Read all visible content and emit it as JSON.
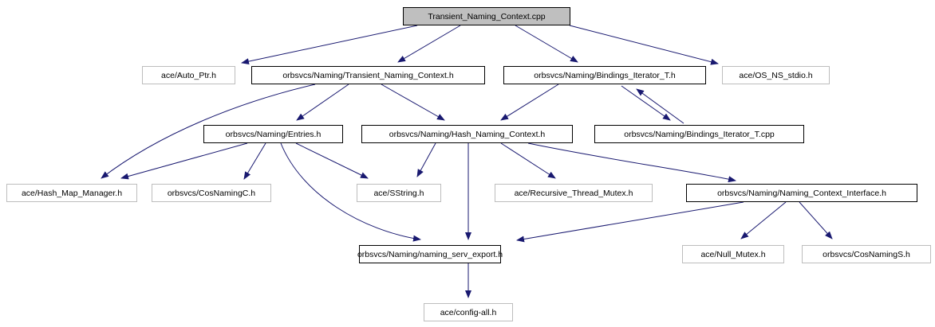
{
  "diagram": {
    "type": "include-dependency-graph",
    "root": "Transient_Naming_Context.cpp"
  },
  "colors": {
    "edge": "#191970",
    "root_fill": "#bfbfbf",
    "leaf_border": "#bdbdbd",
    "internal_border": "#000000",
    "background": "#ffffff"
  },
  "nodes": [
    {
      "id": "root",
      "label": "Transient_Naming_Context.cpp",
      "kind": "root"
    },
    {
      "id": "auto-ptr",
      "label": "ace/Auto_Ptr.h",
      "kind": "leaf"
    },
    {
      "id": "tnc-h",
      "label": "orbsvcs/Naming/Transient_Naming_Context.h",
      "kind": "internal"
    },
    {
      "id": "bit-h",
      "label": "orbsvcs/Naming/Bindings_Iterator_T.h",
      "kind": "internal"
    },
    {
      "id": "os-ns-stdio",
      "label": "ace/OS_NS_stdio.h",
      "kind": "leaf"
    },
    {
      "id": "entries",
      "label": "orbsvcs/Naming/Entries.h",
      "kind": "internal"
    },
    {
      "id": "hnc",
      "label": "orbsvcs/Naming/Hash_Naming_Context.h",
      "kind": "internal"
    },
    {
      "id": "bit-cpp",
      "label": "orbsvcs/Naming/Bindings_Iterator_T.cpp",
      "kind": "internal"
    },
    {
      "id": "hash-map",
      "label": "ace/Hash_Map_Manager.h",
      "kind": "leaf"
    },
    {
      "id": "cosnamingc",
      "label": "orbsvcs/CosNamingC.h",
      "kind": "leaf"
    },
    {
      "id": "sstring",
      "label": "ace/SString.h",
      "kind": "leaf"
    },
    {
      "id": "rtm",
      "label": "ace/Recursive_Thread_Mutex.h",
      "kind": "leaf"
    },
    {
      "id": "nci",
      "label": "orbsvcs/Naming/Naming_Context_Interface.h",
      "kind": "internal"
    },
    {
      "id": "nse",
      "label": "orbsvcs/Naming/naming_serv_export.h",
      "kind": "internal"
    },
    {
      "id": "null-mutex",
      "label": "ace/Null_Mutex.h",
      "kind": "leaf"
    },
    {
      "id": "cosnamings",
      "label": "orbsvcs/CosNamingS.h",
      "kind": "leaf"
    },
    {
      "id": "config-all",
      "label": "ace/config-all.h",
      "kind": "leaf"
    }
  ],
  "edges": [
    {
      "from": "Transient_Naming_Context.cpp",
      "to": "ace/Auto_Ptr.h"
    },
    {
      "from": "Transient_Naming_Context.cpp",
      "to": "orbsvcs/Naming/Transient_Naming_Context.h"
    },
    {
      "from": "Transient_Naming_Context.cpp",
      "to": "orbsvcs/Naming/Bindings_Iterator_T.h"
    },
    {
      "from": "Transient_Naming_Context.cpp",
      "to": "ace/OS_NS_stdio.h"
    },
    {
      "from": "orbsvcs/Naming/Transient_Naming_Context.h",
      "to": "ace/Hash_Map_Manager.h"
    },
    {
      "from": "orbsvcs/Naming/Transient_Naming_Context.h",
      "to": "orbsvcs/Naming/Entries.h"
    },
    {
      "from": "orbsvcs/Naming/Transient_Naming_Context.h",
      "to": "orbsvcs/Naming/Hash_Naming_Context.h"
    },
    {
      "from": "orbsvcs/Naming/Bindings_Iterator_T.h",
      "to": "orbsvcs/Naming/Hash_Naming_Context.h"
    },
    {
      "from": "orbsvcs/Naming/Bindings_Iterator_T.h",
      "to": "orbsvcs/Naming/Bindings_Iterator_T.cpp"
    },
    {
      "from": "orbsvcs/Naming/Bindings_Iterator_T.cpp",
      "to": "orbsvcs/Naming/Bindings_Iterator_T.h"
    },
    {
      "from": "orbsvcs/Naming/Entries.h",
      "to": "ace/Hash_Map_Manager.h"
    },
    {
      "from": "orbsvcs/Naming/Entries.h",
      "to": "orbsvcs/CosNamingC.h"
    },
    {
      "from": "orbsvcs/Naming/Entries.h",
      "to": "ace/SString.h"
    },
    {
      "from": "orbsvcs/Naming/Entries.h",
      "to": "orbsvcs/Naming/naming_serv_export.h"
    },
    {
      "from": "orbsvcs/Naming/Hash_Naming_Context.h",
      "to": "ace/SString.h"
    },
    {
      "from": "orbsvcs/Naming/Hash_Naming_Context.h",
      "to": "orbsvcs/Naming/naming_serv_export.h"
    },
    {
      "from": "orbsvcs/Naming/Hash_Naming_Context.h",
      "to": "ace/Recursive_Thread_Mutex.h"
    },
    {
      "from": "orbsvcs/Naming/Hash_Naming_Context.h",
      "to": "orbsvcs/Naming/Naming_Context_Interface.h"
    },
    {
      "from": "orbsvcs/Naming/Naming_Context_Interface.h",
      "to": "orbsvcs/Naming/naming_serv_export.h"
    },
    {
      "from": "orbsvcs/Naming/Naming_Context_Interface.h",
      "to": "ace/Null_Mutex.h"
    },
    {
      "from": "orbsvcs/Naming/Naming_Context_Interface.h",
      "to": "orbsvcs/CosNamingS.h"
    },
    {
      "from": "orbsvcs/Naming/naming_serv_export.h",
      "to": "ace/config-all.h"
    }
  ]
}
